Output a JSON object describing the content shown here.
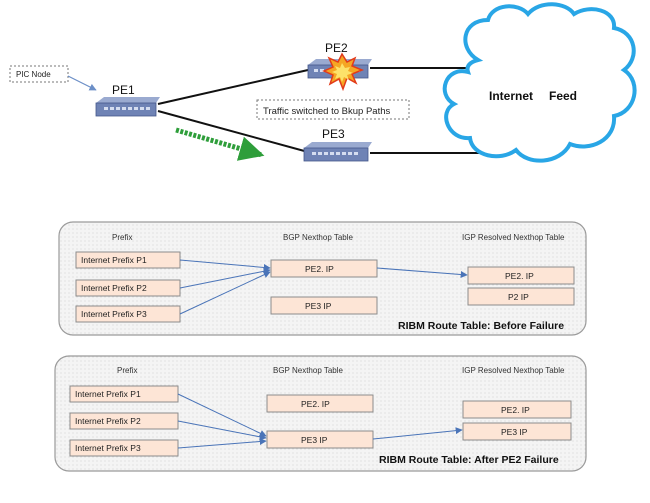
{
  "network": {
    "pic_node": "PIC Node",
    "pe1": "PE1",
    "pe2": "PE2",
    "pe3": "PE3",
    "traffic_note": "Traffic switched to Bkup Paths",
    "cloud_label_a": "Internet",
    "cloud_label_b": "Feed"
  },
  "before": {
    "title": "RIBM Route Table: Before Failure",
    "col_prefix": "Prefix",
    "col_bgp": "BGP Nexthop Table",
    "col_igp": "IGP Resolved Nexthop Table",
    "prefixes": [
      "Internet Prefix P1",
      "Internet Prefix P2",
      "Internet Prefix P3"
    ],
    "bgp": [
      "PE2. IP",
      "PE3 IP"
    ],
    "igp": [
      "PE2. IP",
      "P2 IP"
    ]
  },
  "after": {
    "title": "RIBM Route Table: After PE2 Failure",
    "col_prefix": "Prefix",
    "col_bgp": "BGP Nexthop Table",
    "col_igp": "IGP Resolved Nexthop Table",
    "prefixes": [
      "Internet Prefix P1",
      "Internet Prefix P2",
      "Internet Prefix P3"
    ],
    "bgp": [
      "PE2. IP",
      "PE3 IP"
    ],
    "igp": [
      "PE2. IP",
      "PE3 IP"
    ]
  },
  "colors": {
    "box_fill": "#fde5d6",
    "panel_stroke": "#9a9a9a",
    "arrow": "#4a74b8",
    "router": "#6f83b5",
    "cloud": "#29a6e6",
    "green": "#2e9e3a"
  }
}
